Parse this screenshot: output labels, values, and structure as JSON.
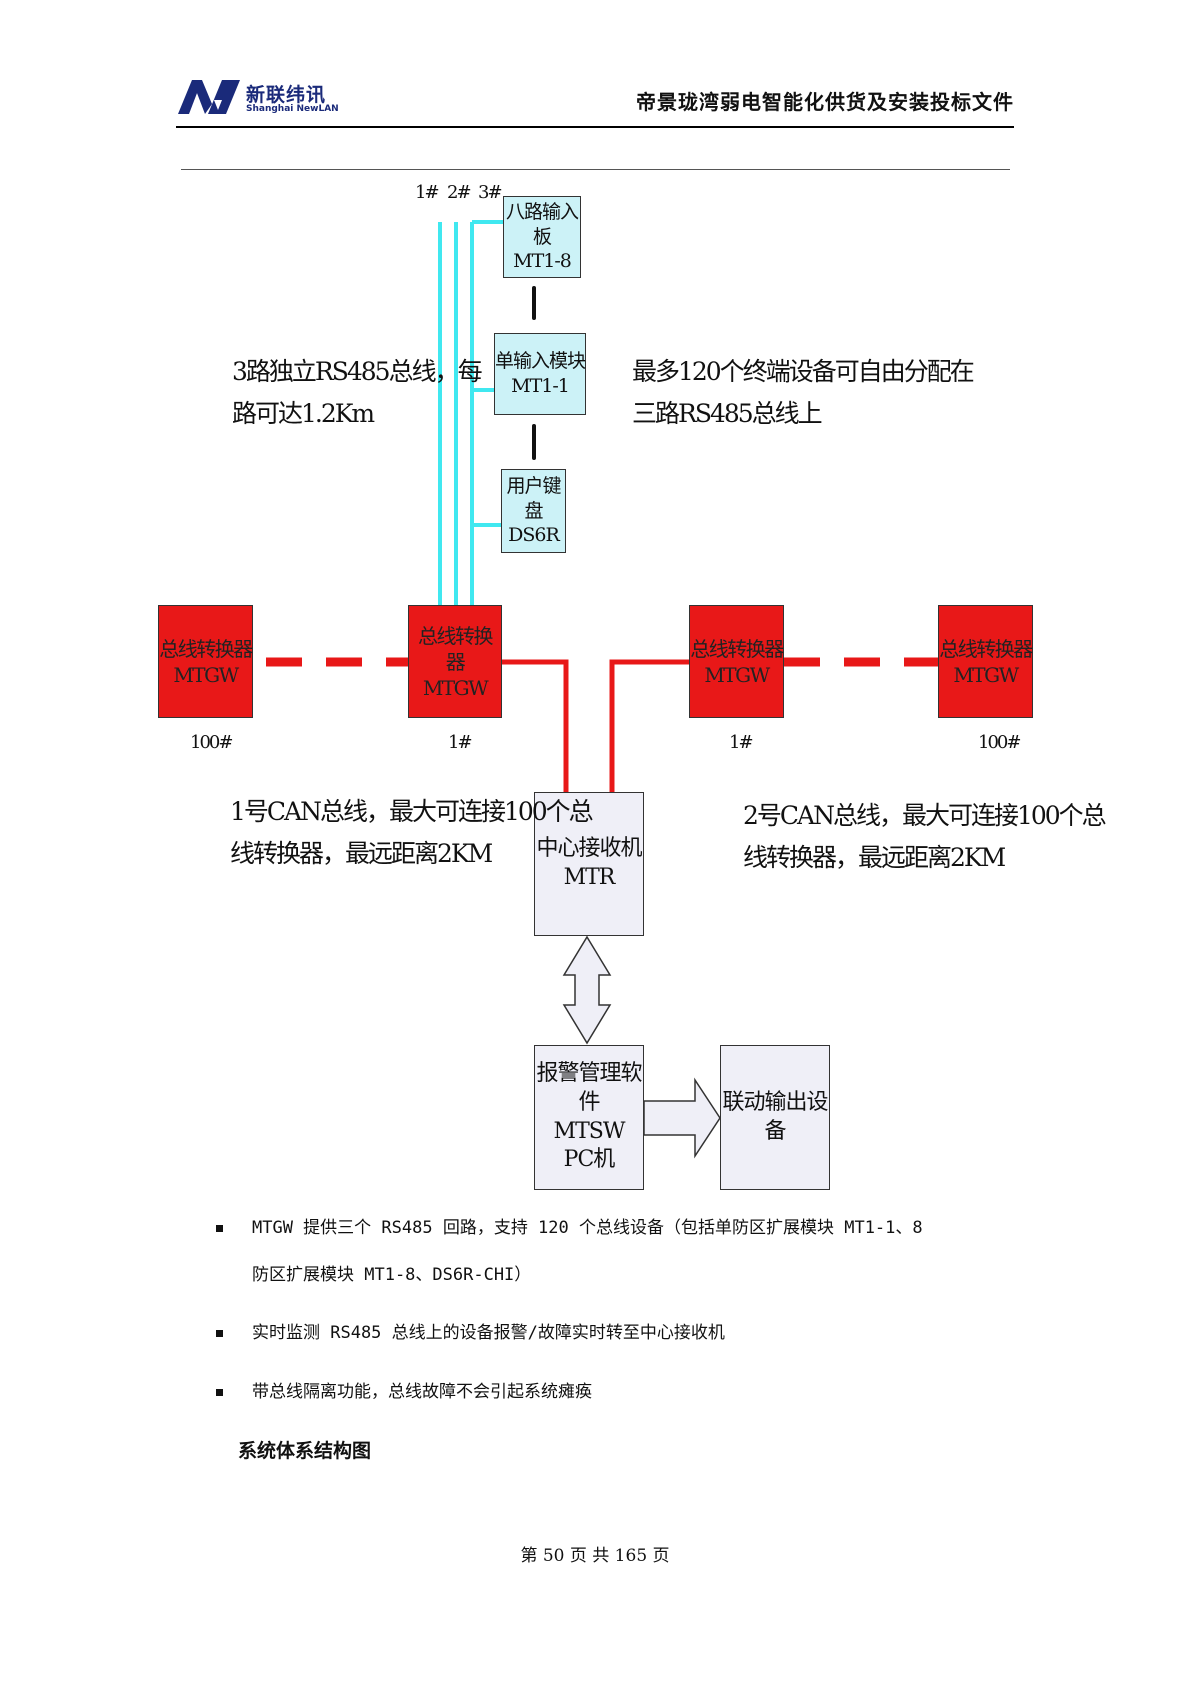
{
  "header": {
    "logo_cn": "新联纬讯",
    "logo_en": "Shanghai NewLAN",
    "doc_title": "帝景珑湾弱电智能化供货及安装投标文件"
  },
  "colors": {
    "rs485_line": "#40e8f0",
    "can_bus": "#e81818",
    "brand": "#1a2a7a"
  },
  "diagram": {
    "bus_labels": [
      "1#",
      "2#",
      "3#"
    ],
    "boxes": {
      "mt1_8": [
        "八路输入板",
        "MT1-8"
      ],
      "mt1_1": [
        "单输入模块",
        "MT1-1"
      ],
      "ds6r": [
        "用户键盘",
        "DS6R"
      ],
      "mtgw_far_left": [
        "总线转换器",
        "MTGW"
      ],
      "mtgw_left": [
        "总线转换器",
        "MTGW"
      ],
      "mtgw_right": [
        "总线转换器",
        "MTGW"
      ],
      "mtgw_far_right": [
        "总线转换器",
        "MTGW"
      ],
      "mtr": [
        "中心接收机",
        "MTR"
      ],
      "mtsw": [
        "报警管理软件",
        "MTSW",
        "PC机"
      ],
      "output": [
        "联动输出设备"
      ]
    },
    "node_labels": {
      "far_left": "100#",
      "left": "1#",
      "right": "1#",
      "far_right": "100#"
    },
    "annotations": {
      "rs485_left": [
        "3路独立RS485总线，每",
        "路可达1.2Km"
      ],
      "rs485_right": [
        "最多120个终端设备可自由分配在",
        "三路RS485总线上"
      ],
      "can1": [
        "1号CAN总线，最大可连接100个总",
        "线转换器，最远距离2KM"
      ],
      "can2": [
        "2号CAN总线，最大可连接100个总",
        "线转换器，最远距离2KM"
      ]
    }
  },
  "bullets": [
    [
      "MTGW 提供三个 RS485 回路，支持 120 个总线设备（包括单防区扩展模块 MT1-1、8",
      "防区扩展模块 MT1-8、DS6R-CHI）"
    ],
    [
      "实时监测 RS485 总线上的设备报警/故障实时转至中心接收机"
    ],
    [
      "带总线隔离功能，总线故障不会引起系统瘫痪"
    ]
  ],
  "caption": "系统体系结构图",
  "footer": "第 50 页 共 165 页"
}
